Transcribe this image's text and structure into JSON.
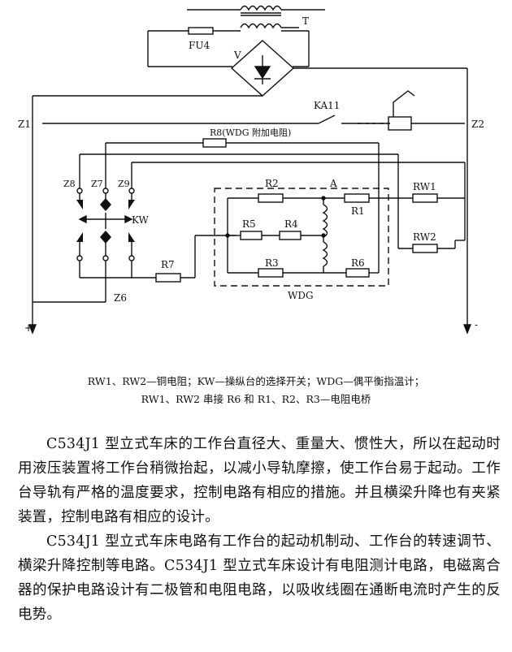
{
  "diagram": {
    "labels": {
      "t": "T",
      "fu4": "FU4",
      "v": "V",
      "z1": "Z1",
      "z2": "Z2",
      "ka11": "KA11",
      "r8": "R8(WDG 附加电阻)",
      "z8": "Z8",
      "z7": "Z7",
      "z9": "Z9",
      "kw": "KW",
      "r2": "R2",
      "a": "A",
      "r1": "R1",
      "rw1": "RW1",
      "rw2": "RW2",
      "r5": "R5",
      "r4": "R4",
      "r3": "R3",
      "r6": "R6",
      "r7": "R7",
      "z6": "Z6",
      "wdg": "WDG",
      "plus": "+",
      "minus": "-"
    }
  },
  "caption": {
    "line1": "RW1、RW2—铜电阻；KW—操纵台的选择开关；WDG—偶平衡指温计；",
    "line2": "RW1、RW2 串接 R6 和 R1、R2、R3—电阻电桥"
  },
  "paragraphs": [
    "C534J1 型立式车床的工作台直径大、重量大、惯性大，所以在起动时用液压装置将工作台稍微抬起，以减小导轨摩擦，使工作台易于起动。工作台导轨有严格的温度要求，控制电路有相应的措施。并且横梁升降也有夹紧装置，控制电路有相应的设计。",
    "C534J1 型立式车床电路有工作台的起动机制动、工作台的转速调节、横梁升降控制等电路。C534J1 型立式车床设计有电阻测计电路，电磁离合器的保护电路设计有二极管和电阻电路，以吸收线圈在通断电流时产生的反电势。"
  ]
}
